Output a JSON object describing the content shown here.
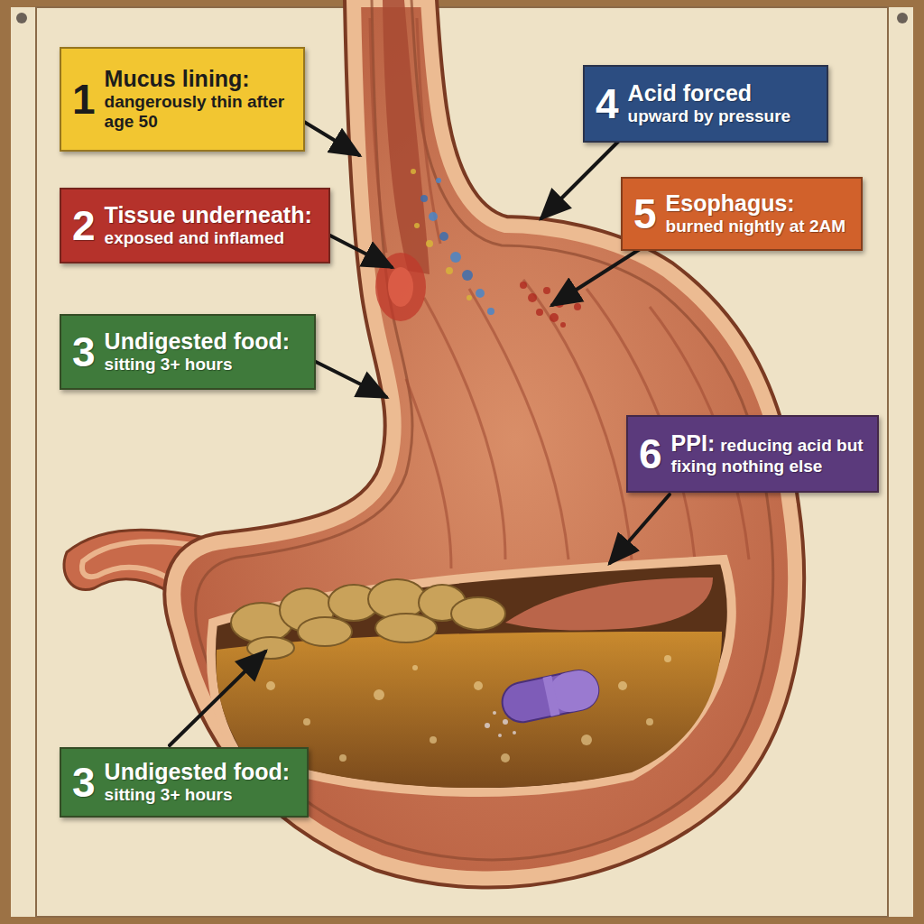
{
  "diagram": {
    "nodes": [
      {
        "text": [
          "1",
          "Mucus lining:",
          "dangerously thin after age 50"
        ]
      },
      {
        "text": [
          "4",
          "Acid forced",
          "upward by pressure"
        ]
      },
      {
        "text": [
          "2",
          "Tissue underneath:",
          "exposed and inflamed"
        ]
      },
      {
        "text": [
          "5",
          "Esophagus:",
          "burned nightly at 2AM"
        ]
      },
      {
        "text": [
          "3",
          "Undigested food:",
          "sitting 3+ hours"
        ]
      },
      {
        "text": [
          "6",
          "PPI:",
          "reducing acid but fixing nothing else"
        ]
      },
      {
        "text": [
          "3",
          "Undigested food:",
          "sitting 3+ hours"
        ]
      }
    ]
  }
}
